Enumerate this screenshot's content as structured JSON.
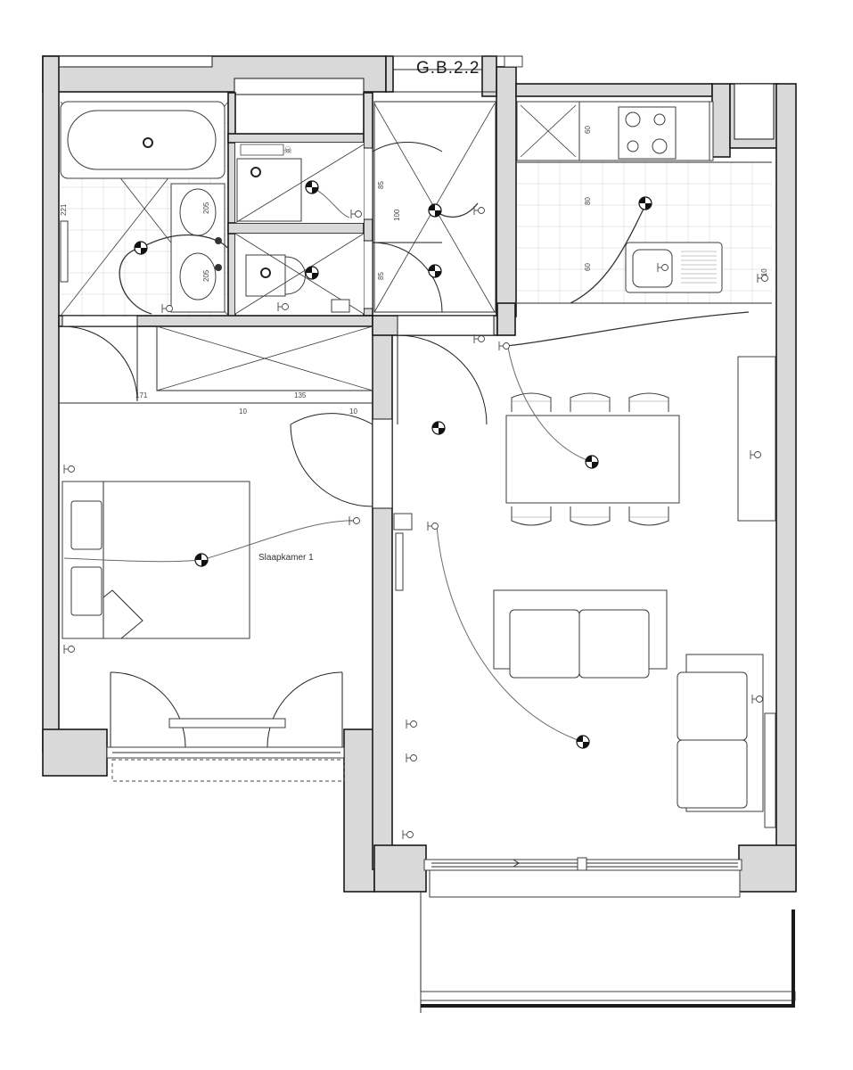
{
  "unit_code": "G.B.2.2",
  "rooms": {
    "bedroom_label": "Slaapkamer 1"
  },
  "dimensions": {
    "bath_height": "221",
    "sink_top": "205",
    "sink_bottom": "205",
    "toilet_upper_door": "85",
    "toilet_lower_door": "85",
    "hall_width": "100",
    "corridor_left": "171",
    "corridor_right": "135",
    "wall_a": "10",
    "wall_b": "10",
    "kitchen_cab_upper": "80",
    "kitchen_cab_lower": "60",
    "kitchen_top": "60",
    "kitchen_side": "110"
  },
  "colors": {
    "wall_fill": "#d9d9d9",
    "line": "#1a1a1a",
    "tile": "#d2d2d2"
  }
}
